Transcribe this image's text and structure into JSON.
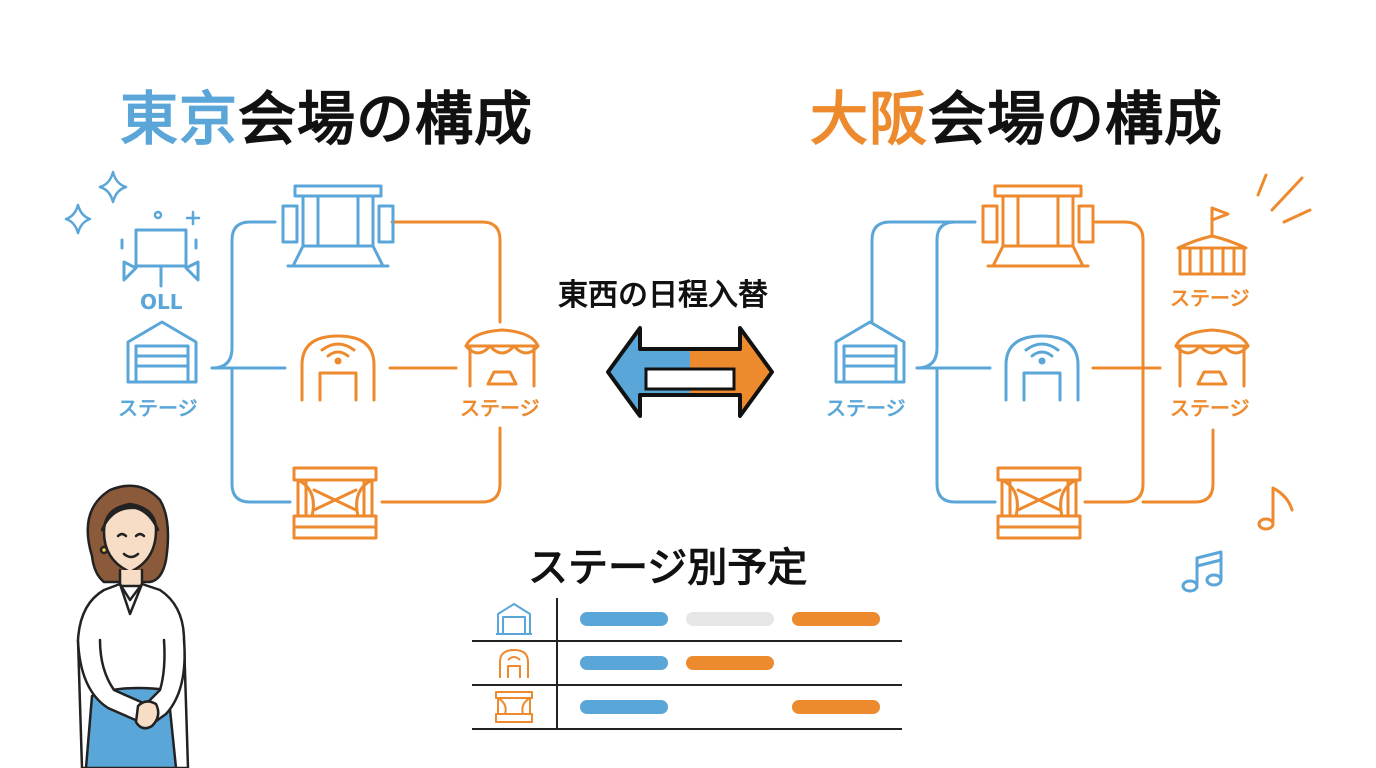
{
  "colors": {
    "blue": "#5aa6d8",
    "orange": "#ee8a2e",
    "gray": "#e6e6e6",
    "dark": "#111111"
  },
  "left_title": {
    "accent": "東京",
    "rest": "会場の構成"
  },
  "right_title": {
    "accent": "大阪",
    "rest": "会場の構成"
  },
  "center_label": "東西の日程入替",
  "schedule_title": "ステージ別予定",
  "stage_label": "ステージ",
  "oll_label": "OLL",
  "schedule": {
    "rows": [
      {
        "icon": "hall-icon",
        "bars": [
          "blue",
          "gray",
          "orange"
        ]
      },
      {
        "icon": "arch-gate-icon",
        "bars": [
          "blue",
          "orange",
          "none"
        ]
      },
      {
        "icon": "theater-stage-icon",
        "bars": [
          "blue",
          "none",
          "orange"
        ]
      }
    ]
  }
}
